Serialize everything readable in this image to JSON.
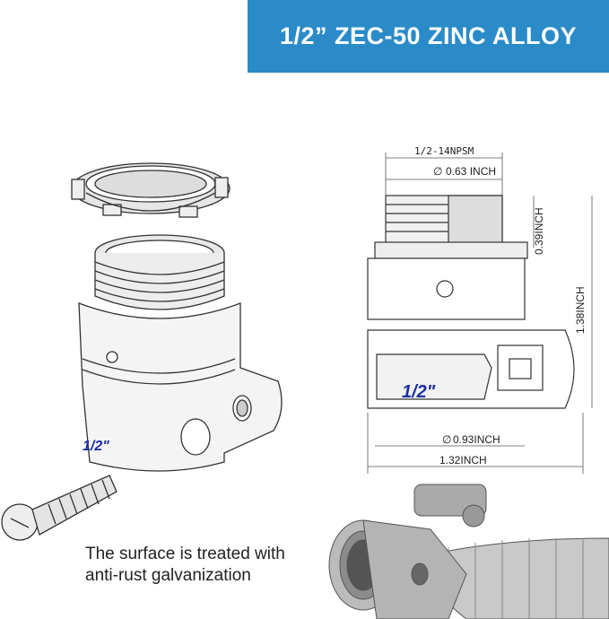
{
  "banner": {
    "title": "1/2” ZEC-50 ZINC ALLOY"
  },
  "caption": {
    "line1": "The surface is treated with",
    "line2": "anti-rust galvanization"
  },
  "left_drawing": {
    "size_mark": "1/2\""
  },
  "right_drawing": {
    "size_mark": "1/2\"",
    "dims": {
      "thread": "1/2-14NPSM",
      "thread_dia": "0.63 INCH",
      "thread_height": "0.39INCH",
      "total_height": "1.38INCH",
      "body_dia": "0.93INCH",
      "total_length": "1.32INCH"
    },
    "dia_symbol": "∅"
  },
  "colors": {
    "banner": "#2a8bc8",
    "size_mark": "#1e2fa0"
  }
}
